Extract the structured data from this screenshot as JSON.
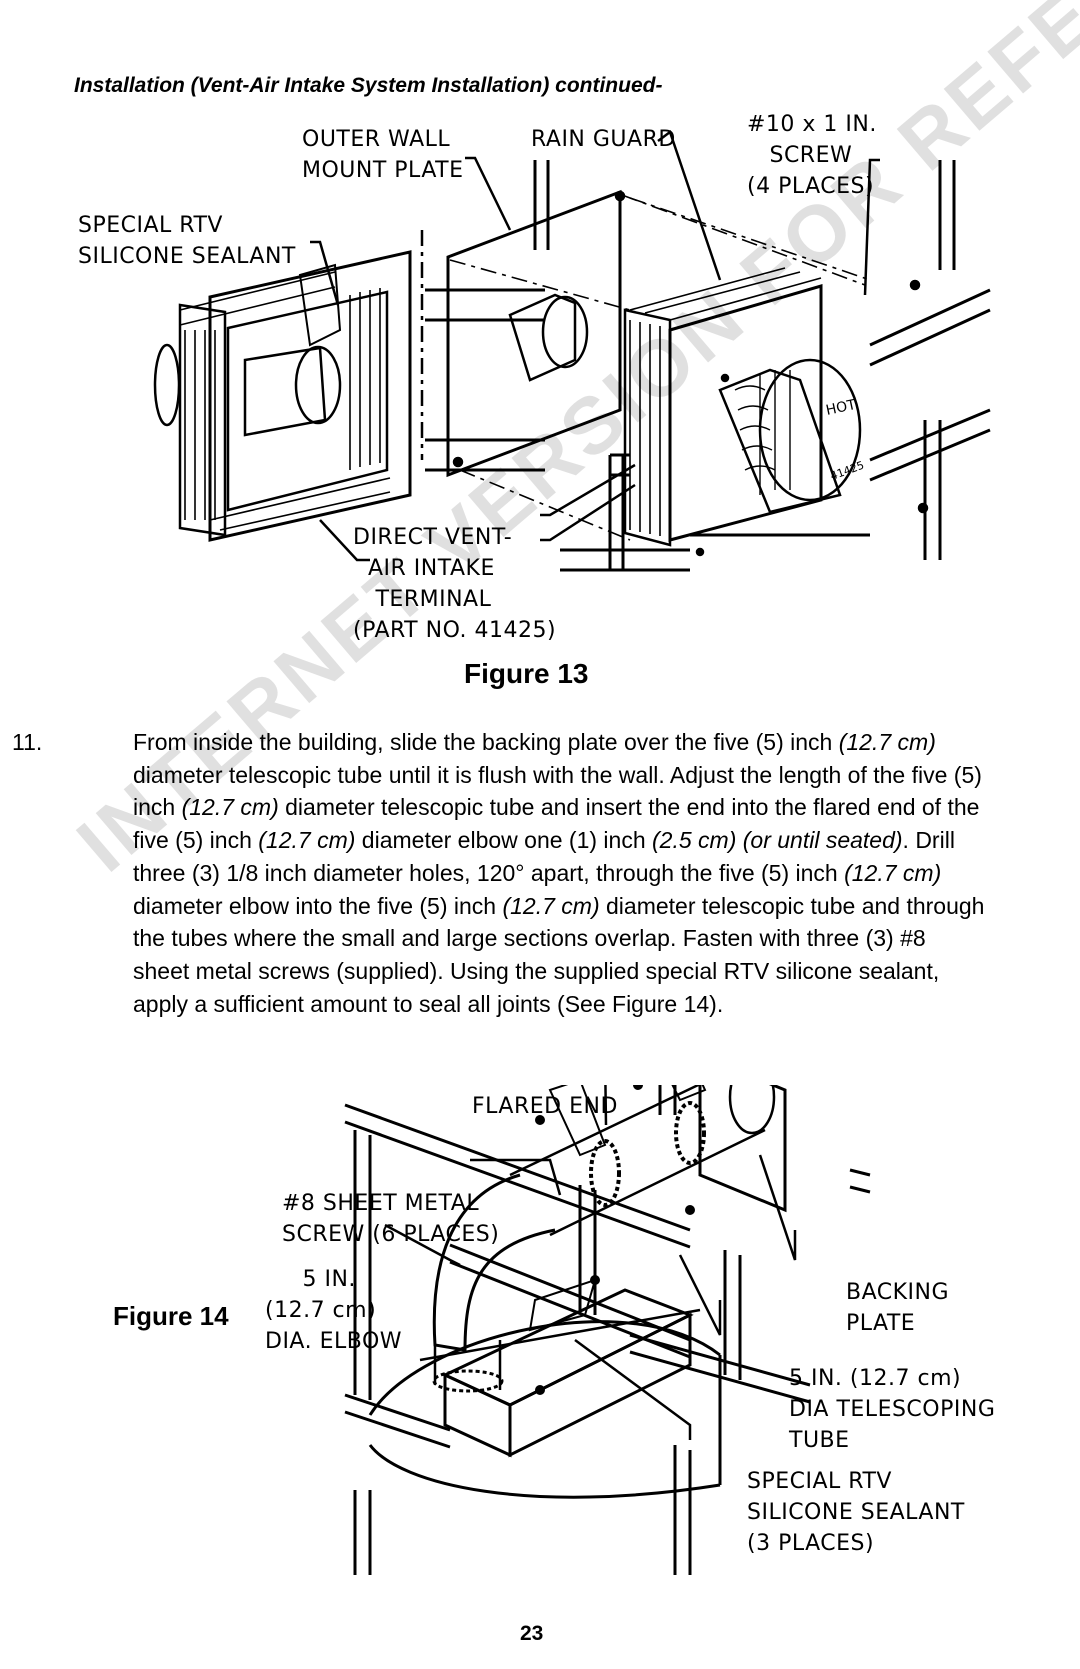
{
  "header": "Installation (Vent-Air Intake System Installation) continued-",
  "figure13": {
    "caption": "Figure 13",
    "labels": {
      "outer_wall": "OUTER WALL\nMOUNT PLATE",
      "rain_guard": "RAIN GUARD",
      "screw": "#10 x 1 IN.\n   SCREW\n(4 PLACES)",
      "sealant": "SPECIAL RTV\nSILICONE SEALANT",
      "terminal": "DIRECT VENT-\n  AIR INTAKE\n   TERMINAL\n(PART NO. 41425)",
      "hot": "HOT",
      "part_no": "41425"
    }
  },
  "step11": {
    "number": "11.",
    "segments": [
      {
        "t": "From inside the building, slide the backing plate over the five (5) inch "
      },
      {
        "t": "(12.7 cm)",
        "i": true
      },
      {
        "t": " diameter telescopic tube until it is flush with the wall. Adjust the length of the five (5) inch "
      },
      {
        "t": "(12.7 cm)",
        "i": true
      },
      {
        "t": " diameter telescopic tube and insert the end into the flared end of the five (5) inch "
      },
      {
        "t": "(12.7 cm)",
        "i": true
      },
      {
        "t": " diameter elbow one (1) inch "
      },
      {
        "t": "(2.5 cm) (or until seated)",
        "i": true
      },
      {
        "t": ".  Drill three (3) 1/8 inch diameter holes, 120° apart, through the five (5) inch "
      },
      {
        "t": "(12.7 cm)",
        "i": true
      },
      {
        "t": " diameter elbow into the five (5) inch "
      },
      {
        "t": "(12.7 cm)",
        "i": true
      },
      {
        "t": " diameter telescopic tube and through the tubes where the small and large sections overlap.  Fasten with three (3) #8 sheet metal screws (supplied).  Using the supplied special RTV silicone sealant, apply a sufficient amount to seal all joints (See Figure 14)."
      }
    ]
  },
  "figure14": {
    "caption": "Figure 14",
    "labels": {
      "flared_end": "FLARED END",
      "screw": "#8 SHEET METAL\nSCREW (6 PLACES)",
      "elbow": "     5 IN.\n(12.7 cm)\nDIA. ELBOW",
      "backing": "BACKING\nPLATE",
      "tube": "5 IN. (12.7 cm)\nDIA TELESCOPING\nTUBE",
      "sealant": "SPECIAL RTV\nSILICONE SEALANT\n(3 PLACES)"
    }
  },
  "watermark": "INTERNET VERSION FOR REFERENCE ONLY",
  "page_number": "23"
}
